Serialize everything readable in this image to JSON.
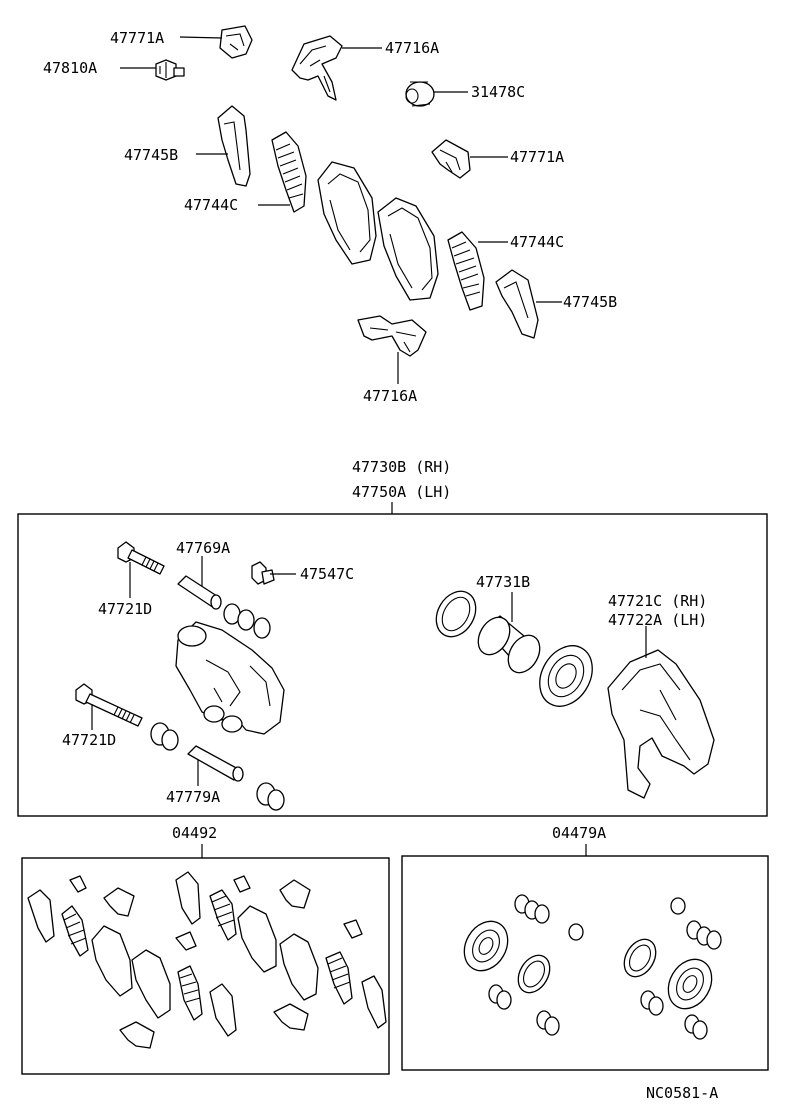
{
  "labels": {
    "p47771A_top": "47771A",
    "p47810A": "47810A",
    "p47716A_top": "47716A",
    "p31478C": "31478C",
    "p47745B_left": "47745B",
    "p47771A_right": "47771A",
    "p47744C_left": "47744C",
    "p47744C_right": "47744C",
    "p47745B_right": "47745B",
    "p47716A_bottom": "47716A",
    "caliper_rh": "47730B (RH)",
    "caliper_lh": "47750A (LH)",
    "p47769A": "47769A",
    "p47547C": "47547C",
    "p47721D_top": "47721D",
    "p47731B": "47731B",
    "mount_rh": "47721C (RH)",
    "mount_lh": "47722A (LH)",
    "p47721D_bottom": "47721D",
    "p47779A": "47779A",
    "kit_04492": "04492",
    "kit_04479A": "04479A",
    "drawing_no": "NC0581-A"
  }
}
